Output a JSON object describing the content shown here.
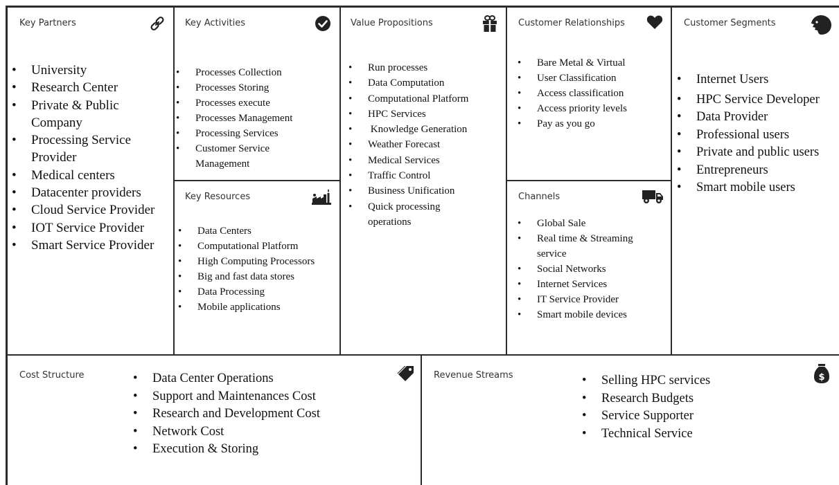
{
  "canvas": {
    "key_partners": {
      "title": "Key Partners",
      "icon": "link-icon",
      "items": [
        "University",
        "Research Center",
        "Private & Public Company",
        "Processing Service Provider",
        "Medical centers",
        "Datacenter providers",
        "Cloud Service Provider",
        "IOT Service Provider",
        "Smart Service Provider"
      ]
    },
    "key_activities": {
      "title": "Key Activities",
      "icon": "check-circle-icon",
      "items": [
        "Processes Collection",
        "Processes Storing",
        "Processes execute",
        "Processes Management",
        "Processing Services",
        "Customer Service Management"
      ]
    },
    "key_resources": {
      "title": "Key Resources",
      "icon": "factory-icon",
      "items": [
        "Data Centers",
        "Computational Platform",
        "High Computing Processors",
        "Big and fast data stores",
        "Data Processing",
        "Mobile applications"
      ]
    },
    "value_propositions": {
      "title": "Value Propositions",
      "icon": "gift-icon",
      "items": [
        "Run processes",
        "Data Computation",
        "Computational Platform",
        "HPC Services",
        " Knowledge Generation",
        "Weather Forecast",
        "Medical Services",
        "Traffic Control",
        "Business Unification",
        "Quick processing operations"
      ]
    },
    "customer_relationships": {
      "title": "Customer Relationships",
      "icon": "heart-icon",
      "items": [
        "Bare Metal & Virtual",
        "User Classification",
        "Access classification",
        "Access priority levels",
        "Pay as you go"
      ]
    },
    "channels": {
      "title": "Channels",
      "icon": "truck-icon",
      "items": [
        "Global Sale",
        "Real time & Streaming service",
        "Social Networks",
        "Internet Services",
        "IT Service Provider",
        "Smart mobile devices"
      ]
    },
    "customer_segments": {
      "title": "Customer Segments",
      "icon": "face-icon",
      "items": [
        "Internet Users",
        "HPC Service Developer",
        "Data Provider",
        "Professional  users",
        "Private and public users",
        "Entrepreneurs",
        "Smart mobile users"
      ]
    },
    "cost_structure": {
      "title": "Cost Structure",
      "icon": "price-tag-icon",
      "items": [
        "Data Center Operations",
        "Support and Maintenances Cost",
        "Research and Development Cost",
        "Network Cost",
        "Execution & Storing"
      ]
    },
    "revenue_streams": {
      "title": "Revenue Streams",
      "icon": "money-bag-icon",
      "items": [
        "Selling HPC services",
        "Research Budgets",
        "Service Supporter",
        "Technical Service"
      ]
    }
  }
}
